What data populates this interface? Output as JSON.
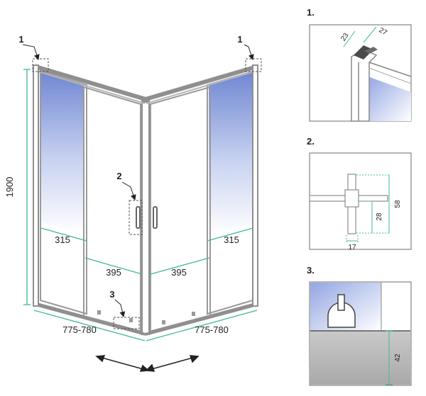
{
  "main": {
    "callouts": {
      "top_left": "1",
      "top_right": "1",
      "handle": "2",
      "bottom_roller": "3"
    },
    "dimensions": {
      "height": "1900",
      "left_fixed_width": "315",
      "right_fixed_width": "315",
      "left_door_width": "395",
      "right_door_width": "395",
      "left_total_width": "775-780",
      "right_total_width": "775-780"
    }
  },
  "details": {
    "detail1": {
      "label": "1.",
      "dim_a": "23",
      "dim_b": "27"
    },
    "detail2": {
      "label": "2.",
      "dim_total": "58",
      "dim_handle": "28",
      "dim_depth": "17"
    },
    "detail3": {
      "label": "3.",
      "dim_height": "42"
    }
  },
  "colors": {
    "frame": "#8f8f8f",
    "glass_blue": "#7f95d6",
    "dimension_line": "#3fb89a",
    "callout_dashed": "#555555"
  }
}
